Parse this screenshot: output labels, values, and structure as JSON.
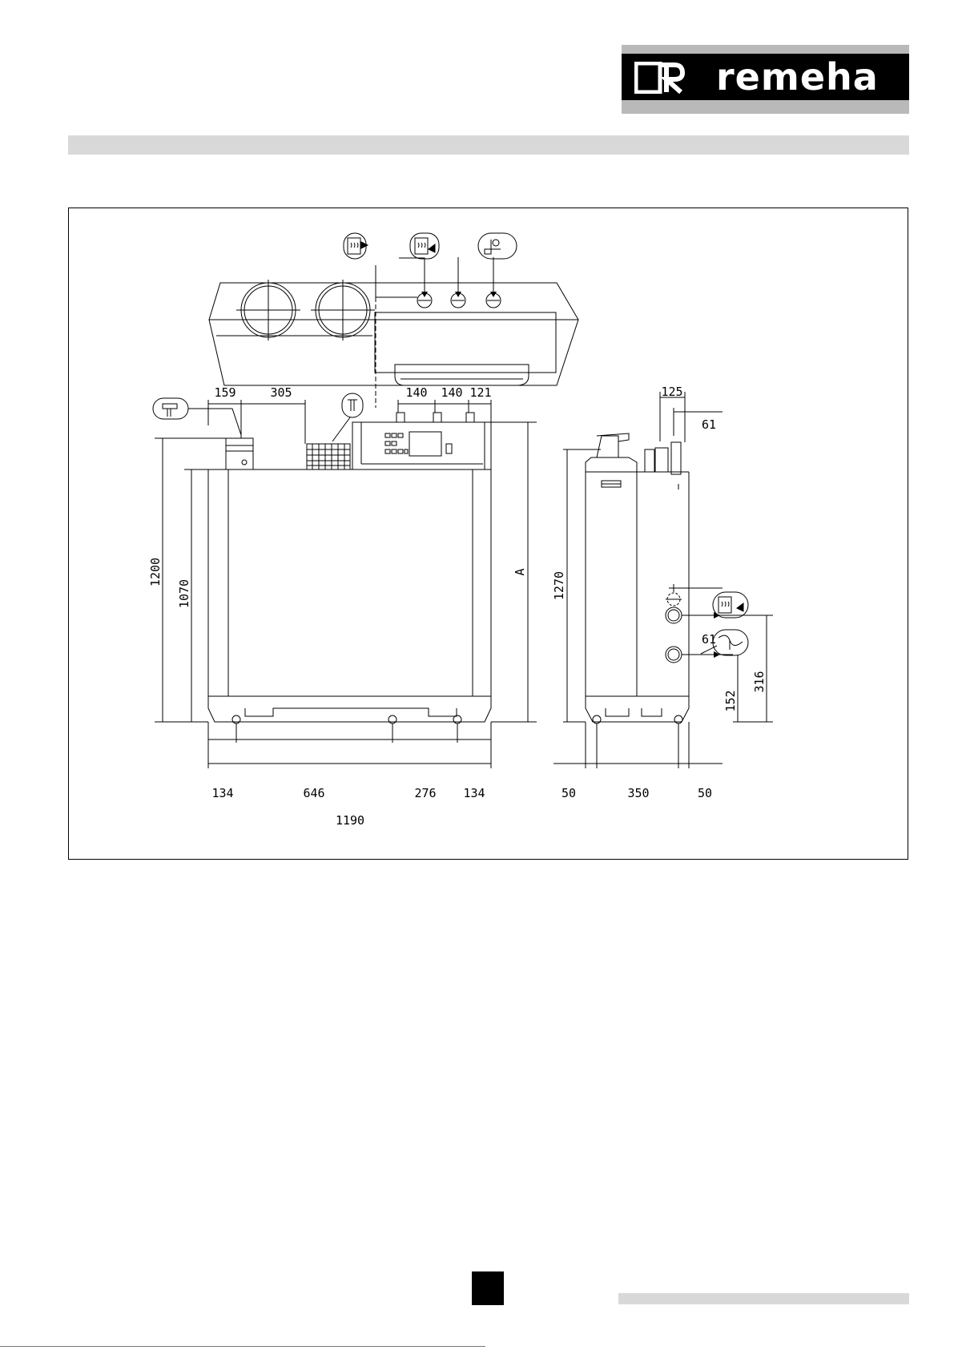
{
  "header": {
    "brand": "remeha"
  },
  "drawing": {
    "top_view": {},
    "front_view": {
      "dims": {
        "d159": "159",
        "d305": "305",
        "d140a": "140",
        "d140b": "140",
        "d121": "121",
        "d1200": "1200",
        "d1070": "1070",
        "dA": "A",
        "d134a": "134",
        "d646": "646",
        "d276": "276",
        "d134b": "134",
        "d1190": "1190"
      }
    },
    "side_view": {
      "dims": {
        "d125": "125",
        "d61a": "61",
        "d1270": "1270",
        "d61b": "61",
        "d316": "316",
        "d152": "152",
        "d50a": "50",
        "d350": "350",
        "d50b": "50"
      }
    },
    "icons": [
      "heating-flow-icon",
      "heating-return-icon",
      "gas-connection-icon",
      "flue-outlet-icon",
      "air-inlet-icon",
      "safety-valve-icon",
      "condensate-drain-icon"
    ]
  },
  "colors": {
    "logo_background": "#000000",
    "logo_band": "#b9b9b9",
    "bars": "#d9d9d9"
  }
}
